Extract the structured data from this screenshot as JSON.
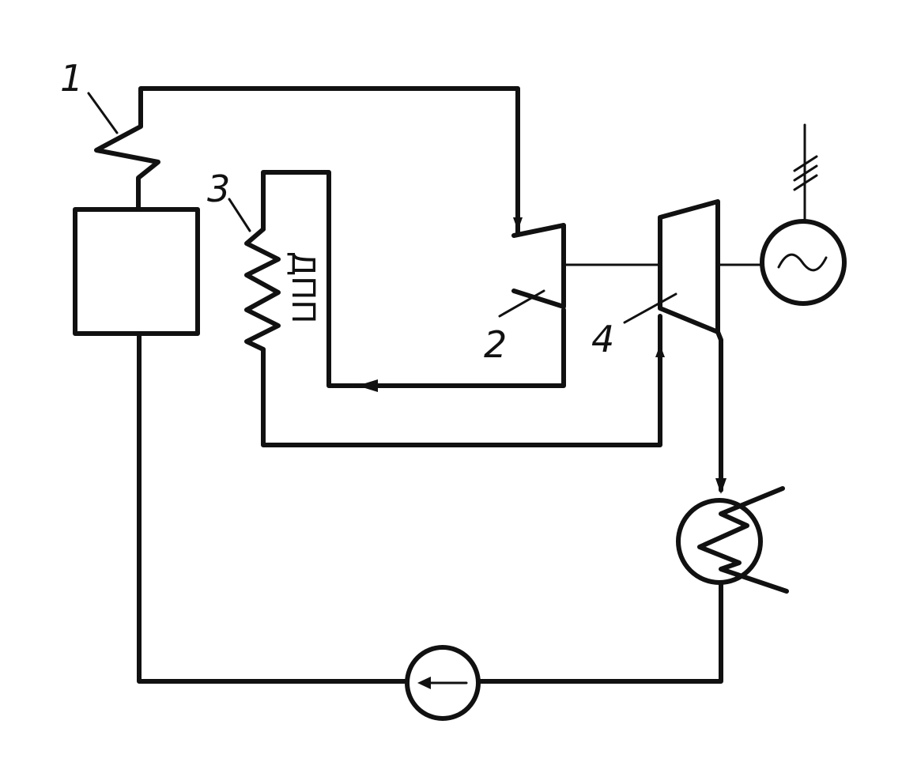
{
  "labels": {
    "boiler_superheater": "1",
    "hp_turbine": "2",
    "reheater": "3",
    "lp_turbine": "4",
    "reheater_tag": "ДПП"
  },
  "colors": {
    "ink": "#111111",
    "background": "#ffffff"
  },
  "icons": {
    "generator": "ac-generator-icon",
    "pump": "pump-icon",
    "condenser": "condenser-icon",
    "grid": "three-phase-grid-icon"
  }
}
